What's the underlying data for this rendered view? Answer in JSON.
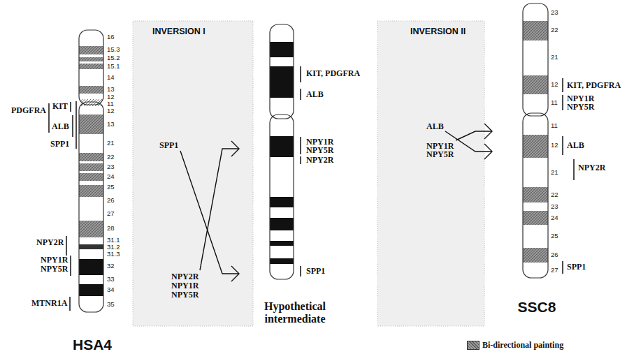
{
  "diagram": {
    "nodes": [
      {
        "text": [
          "HSA4"
        ]
      },
      {
        "text": [
          "INVERSION I",
          "SPP1",
          "NPY2R",
          "NPY1R",
          "NPY5R"
        ]
      },
      {
        "text": [
          "Hypothetical intermediate"
        ]
      },
      {
        "text": [
          "INVERSION II",
          "ALB",
          "NPY1R",
          "NPY5R"
        ]
      },
      {
        "text": [
          "SSC8"
        ]
      }
    ],
    "labels": [
      "16",
      "15.3",
      "15.2",
      "15.1",
      "14",
      "13",
      "12",
      "11",
      "12",
      "13",
      "21",
      "22",
      "23",
      "24",
      "25",
      "26",
      "27",
      "28",
      "31.1",
      "31.2",
      "31.3",
      "32",
      "33",
      "34",
      "35",
      "PDGFRA",
      "KIT",
      "ALB",
      "SPP1",
      "NPY2R",
      "NPY1R",
      "NPY5R",
      "MTNR1A",
      "KIT, PDGFRA",
      "ALB",
      "NPY1R",
      "NPY5R",
      "NPY2R",
      "SPP1",
      "23",
      "22",
      "21",
      "12",
      "11",
      "11",
      "12",
      "21",
      "22",
      "23",
      "24",
      "25",
      "26",
      "27",
      "KIT, PDGFRA",
      "NPY1R",
      "NPY5R",
      "ALB",
      "NPY2R",
      "SPP1"
    ],
    "legend": [
      {
        "text": "Bi-directional painting",
        "color": "#9a9a9a"
      }
    ]
  }
}
